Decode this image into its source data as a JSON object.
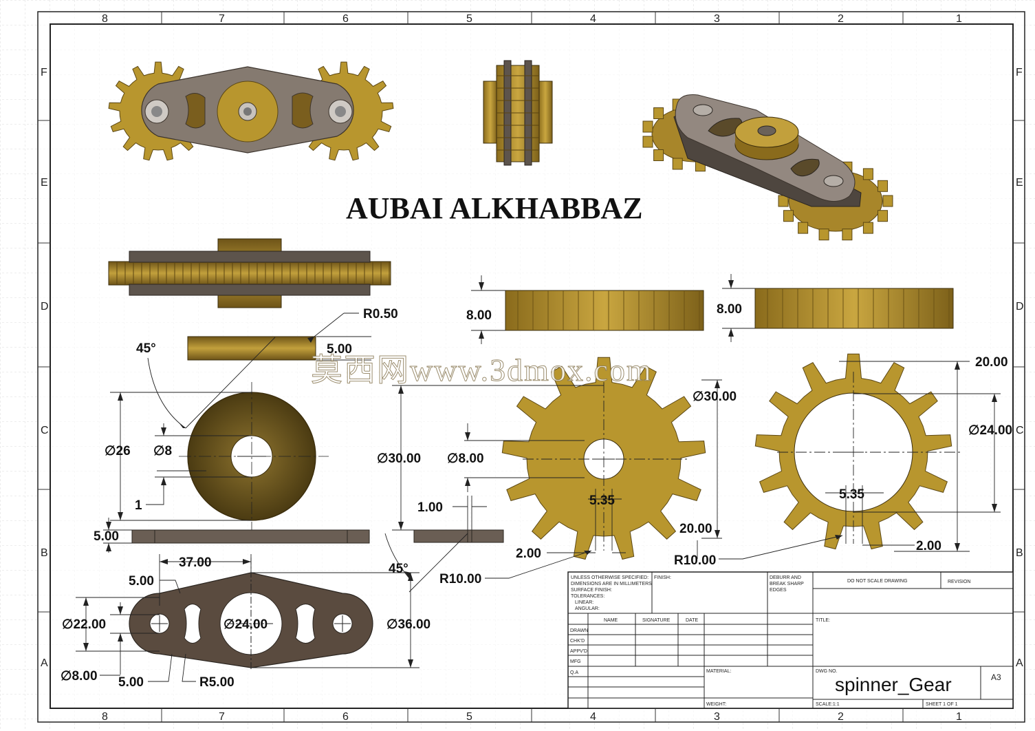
{
  "title_text": "AUBAI ALKHABBAZ",
  "watermark": "莫西网www.3dmox.com",
  "colors": {
    "gear_gold": "#b8962e",
    "plate_gray": "#857a70",
    "washer_dark": "#5e4a1c",
    "plate_brown": "#5a4b3f"
  },
  "zones": {
    "columns": [
      "8",
      "7",
      "6",
      "5",
      "4",
      "3",
      "2",
      "1"
    ],
    "rows": [
      "F",
      "E",
      "D",
      "C",
      "B",
      "A"
    ]
  },
  "dimensions": {
    "washer_radius": "R0.50",
    "washer_thickness": "5.00",
    "washer_chamfer": "45°",
    "washer_od": "∅26",
    "washer_id": "∅8",
    "washer_step": "1",
    "plate_thickness": "5.00",
    "plate_center": "37.00",
    "plate_edge": "5.00",
    "plate_width": "∅22.00",
    "plate_hole": "∅8.00",
    "plate_slot_gap": "5.00",
    "plate_slot_radius": "R5.00",
    "plate_center_hole": "∅24.00",
    "plate_od": "∅36.00",
    "spacer_od": "∅30.00",
    "spacer_chamfer": "45°",
    "spacer_step": "1.00",
    "spacer_radius": "R10.00",
    "gear1_bore": "∅8.00",
    "gear1_tooth": "5.35",
    "gear1_tip": "2.00",
    "gear1_od": "∅30.00",
    "gear1_root": "20.00",
    "gear1_fillet": "R10.00",
    "gear1_thickness": "8.00",
    "gear2_thickness": "8.00",
    "gear2_od": "20.00",
    "gear2_bore": "∅24.00",
    "gear2_tooth": "5.35",
    "gear2_tip": "2.00"
  },
  "title_block": {
    "notes": [
      "UNLESS OTHERWISE SPECIFIED:",
      "DIMENSIONS ARE IN MILLIMETERS",
      "SURFACE FINISH:",
      "TOLERANCES:",
      "LINEAR:",
      "ANGULAR:"
    ],
    "finish": "FINISH:",
    "deburr": [
      "DEBURR AND",
      "BREAK SHARP",
      "EDGES"
    ],
    "do_not_scale": "DO NOT SCALE DRAWING",
    "revision": "REVISION",
    "headers": [
      "NAME",
      "SIGNATURE",
      "DATE"
    ],
    "rows": [
      "DRAWN",
      "CHK'D",
      "APPV'D",
      "MFG",
      "Q.A"
    ],
    "title_label": "TITLE:",
    "material": "MATERIAL:",
    "dwg_no_label": "DWG NO.",
    "dwg_no": "spinner_Gear",
    "size": "A3",
    "weight": "WEIGHT:",
    "scale": "SCALE:1:1",
    "sheet": "SHEET 1 OF 1"
  }
}
